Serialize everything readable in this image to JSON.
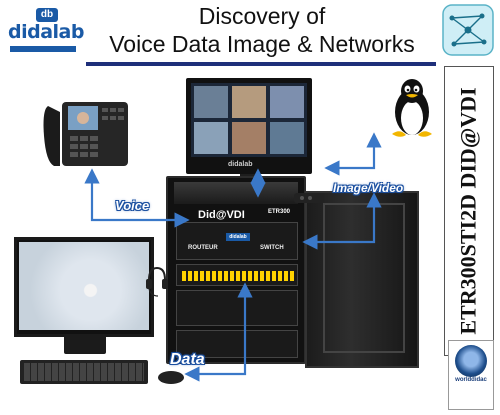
{
  "header": {
    "logo_text": "didalab",
    "logo_mark": "db",
    "title_line1": "Discovery of",
    "title_line2": "Voice Data Image & Networks"
  },
  "side": {
    "vertical_text": "ETR300STI2D DID@VDI"
  },
  "labels": {
    "voice": "Voice",
    "image_video": "Image/Video",
    "data": "Data"
  },
  "rack": {
    "brand": "Did@VDI",
    "model": "ETR300",
    "router": "ROUTEUR",
    "switch": "SWITCH",
    "panel_badge": "didalab"
  },
  "monitor": {
    "brand": "didalab"
  },
  "award": {
    "name": "worlddidac"
  },
  "icons": {
    "network": "network-icon",
    "penguin": "penguin-icon",
    "phone": "phone-icon",
    "headset": "headset-icon",
    "keyboard": "keyboard-icon",
    "mouse": "mouse-icon",
    "remote": "remote-icon"
  },
  "colors": {
    "brand": "#1a5aa6",
    "rule": "#1e2f7a",
    "arrow": "#3a78c8"
  }
}
